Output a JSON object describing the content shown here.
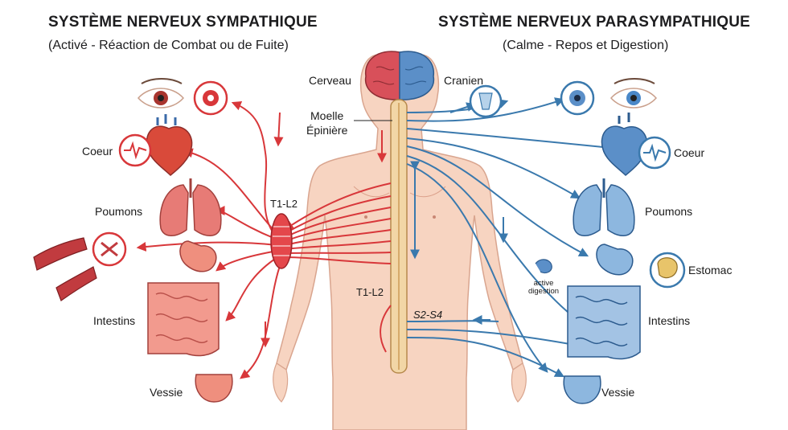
{
  "sympathetic": {
    "title": "SYSTÈME NERVEUX SYMPATHIQUE",
    "subtitle": "(Activé - Réaction de Combat ou de Fuite)",
    "labels": {
      "heart": "Coeur",
      "lungs": "Poumons",
      "intestines": "Intestins",
      "bladder": "Vessie"
    },
    "segment": "T1-L2",
    "segment_lower": "T1-L2",
    "color": "#d8373a"
  },
  "parasympathetic": {
    "title": "SYSTÈME NERVEUX PARASYMPATHIQUE",
    "subtitle": "(Calme - Repos et Digestion)",
    "labels": {
      "cranial": "Cranien",
      "heart": "Coeur",
      "lungs": "Poumons",
      "stomach": "Estomac",
      "digestion_line1": "active",
      "digestion_line2": "digestion",
      "intestines": "Intestins",
      "bladder": "Vessie"
    },
    "segment": "S2-S4",
    "color": "#3a79ad"
  },
  "center": {
    "brain": "Cerveau",
    "spinal_cord_line1": "Moelle",
    "spinal_cord_line2": "Épinière"
  }
}
